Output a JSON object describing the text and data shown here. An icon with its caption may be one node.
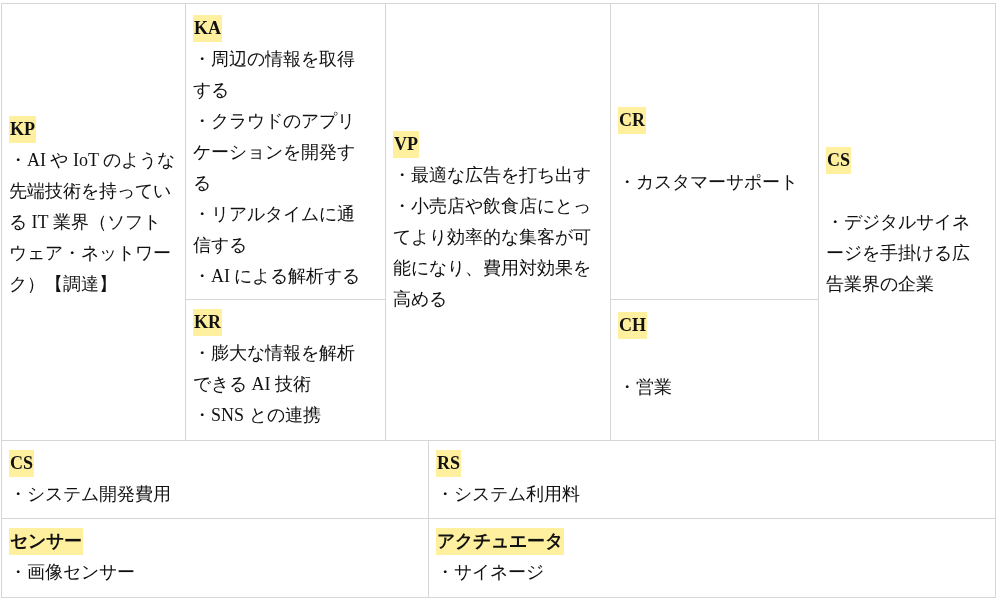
{
  "diagram": {
    "nodes": [
      {
        "text": [
          "KP",
          "・AI や IoT のような先端技術を持っている IT 業界（ソフトウェア・ネットワーク）【調達】"
        ]
      },
      {
        "text": [
          "KA",
          "・周辺の情報を取得する",
          "・クラウドのアプリケーションを開発する",
          "・リアルタイムに通信する",
          "・AI による解析する"
        ]
      },
      {
        "text": [
          "KR",
          "・膨大な情報を解析できる AI 技術",
          "・SNS との連携"
        ]
      },
      {
        "text": [
          "VP",
          "・最適な広告を打ち出す",
          "・小売店や飲食店にとってより効率的な集客が可能になり、費用対効果を高める"
        ]
      },
      {
        "text": [
          "CR",
          "・カスタマーサポート"
        ]
      },
      {
        "text": [
          "CH",
          "・営業"
        ]
      },
      {
        "text": [
          "CS",
          "・デジタルサイネージを手掛ける広告業界の企業"
        ]
      },
      {
        "text": [
          "CS",
          "・システム開発費用"
        ]
      },
      {
        "text": [
          "RS",
          "・システム利用料"
        ]
      },
      {
        "text": [
          "センサー",
          "・画像センサー"
        ]
      },
      {
        "text": [
          "アクチュエータ",
          "・サイネージ"
        ]
      }
    ]
  }
}
